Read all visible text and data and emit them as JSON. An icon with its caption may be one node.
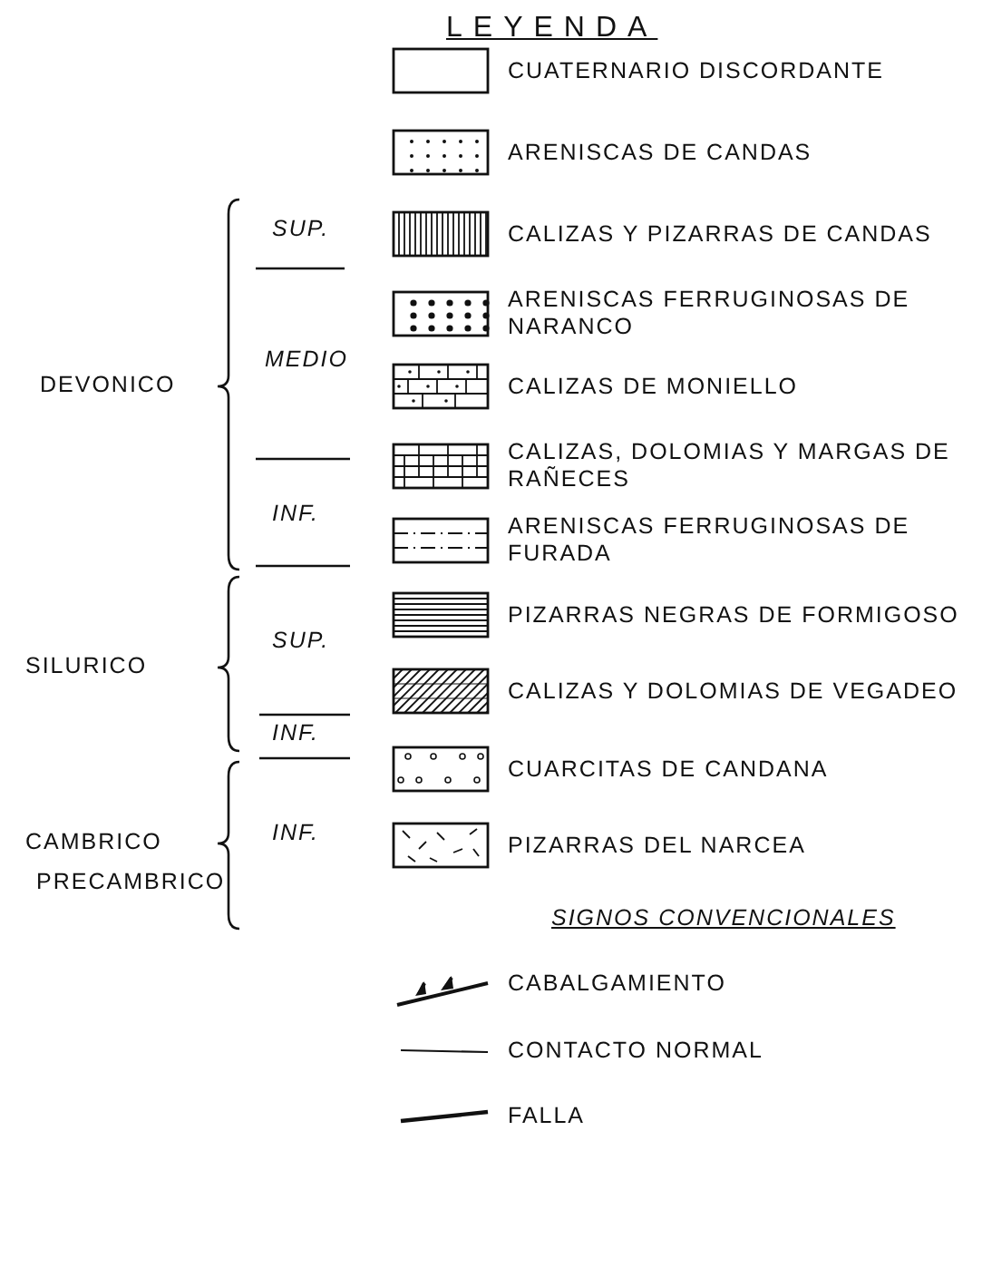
{
  "diagram": {
    "title": "LEYENDA",
    "labels": [
      "DEVONICO",
      "SUP.",
      "MEDIO",
      "INF.",
      "SILURICO",
      "SUP.",
      "INF.",
      "CAMBRICO",
      "INF.",
      "PRECAMBRICO",
      "SIGNOS CONVENCIONALES"
    ],
    "legend": [
      {
        "text": "CUATERNARIO DISCORDANTE"
      },
      {
        "text": "ARENISCAS DE CANDAS"
      },
      {
        "text": "CALIZAS Y PIZARRAS DE CANDAS"
      },
      {
        "text": "ARENISCAS FERRUGINOSAS DE NARANCO"
      },
      {
        "text": "CALIZAS DE MONIELLO"
      },
      {
        "text": "CALIZAS, DOLOMIAS Y MARGAS DE RAÑECES"
      },
      {
        "text": "ARENISCAS FERRUGINOSAS DE FURADA"
      },
      {
        "text": "PIZARRAS NEGRAS DE FORMIGOSO"
      },
      {
        "text": "CALIZAS Y DOLOMIAS DE VEGADEO"
      },
      {
        "text": "CUARCITAS DE CANDANA"
      },
      {
        "text": "PIZARRAS DEL NARCEA"
      },
      {
        "text": "CABALGAMIENTO"
      },
      {
        "text": "CONTACTO NORMAL"
      },
      {
        "text": "FALLA"
      }
    ]
  }
}
